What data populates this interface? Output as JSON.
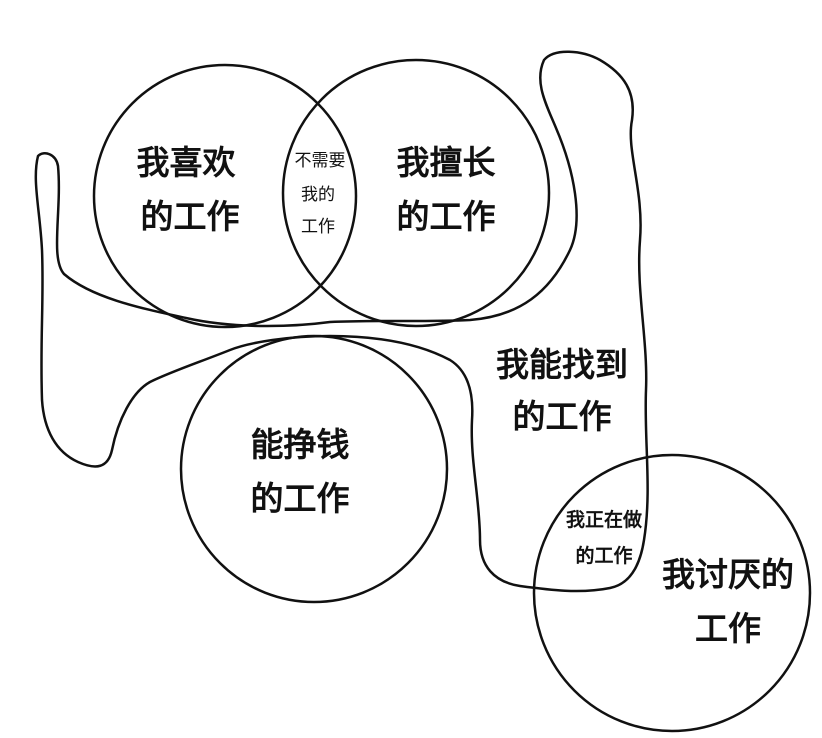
{
  "diagram": {
    "circles": {
      "like": {
        "line1": "我喜欢",
        "line2": "的工作"
      },
      "good_at": {
        "line1": "我擅长",
        "line2": "的工作"
      },
      "overlap": {
        "line1": "不需要",
        "line2": "我的",
        "line3": "工作"
      },
      "earn": {
        "line1": "能挣钱",
        "line2": "的工作"
      },
      "hate": {
        "line1": "我讨厌的",
        "line2": "工作"
      }
    },
    "region_can_find": {
      "line1": "我能找到",
      "line2": "的工作"
    },
    "region_doing": {
      "line1": "我正在做",
      "line2": "的工作"
    }
  }
}
